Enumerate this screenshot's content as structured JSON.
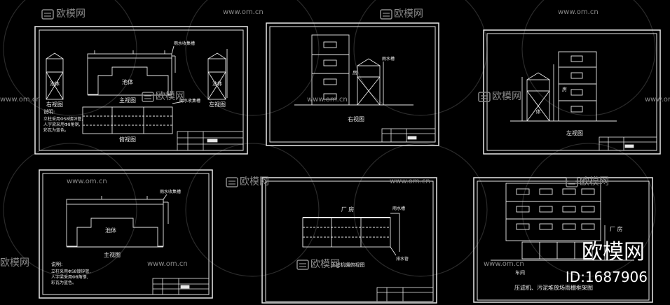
{
  "watermark": {
    "logo_text": "欧模网",
    "site_url": "www.om.cn",
    "brand_large": "欧模网",
    "id_text": "ID:1687906"
  },
  "sheets": {
    "s1": {
      "right_view": "右视图",
      "main_view": "主视图",
      "left_view": "左视图",
      "top_view": "俯视图",
      "gutter": "雨水收集槽",
      "gutter2": "雨水收集槽",
      "tank": "池体",
      "tank_left": "池体",
      "tank_right": "池体",
      "note_title": "说明:",
      "note_lines": [
        "立柱采用ΦS8镀锌管,",
        "人字梁采用Φ8角钢,",
        "彩瓦为蓝色。"
      ]
    },
    "s2": {
      "label": "右视图",
      "rain": "雨水槽",
      "house": "房"
    },
    "s3": {
      "label": "左视图",
      "house": "房",
      "tank": "体"
    },
    "s4": {
      "main_view": "主视图",
      "gutter": "雨水收集槽",
      "tank": "池体",
      "note_title": "说明:",
      "note_lines": [
        "立柱采用ΦS8镀锌管,",
        "人字梁采用Φ8角钢,",
        "彩瓦为蓝色。"
      ]
    },
    "s5": {
      "factory": "厂 房",
      "rain": "雨水槽",
      "drain": "排水管",
      "label": "压滤机棚俯视图"
    },
    "s6": {
      "factory": "厂 房",
      "workshop": "车间",
      "title": "压滤机、污泥堆放场雨棚框架图"
    }
  }
}
